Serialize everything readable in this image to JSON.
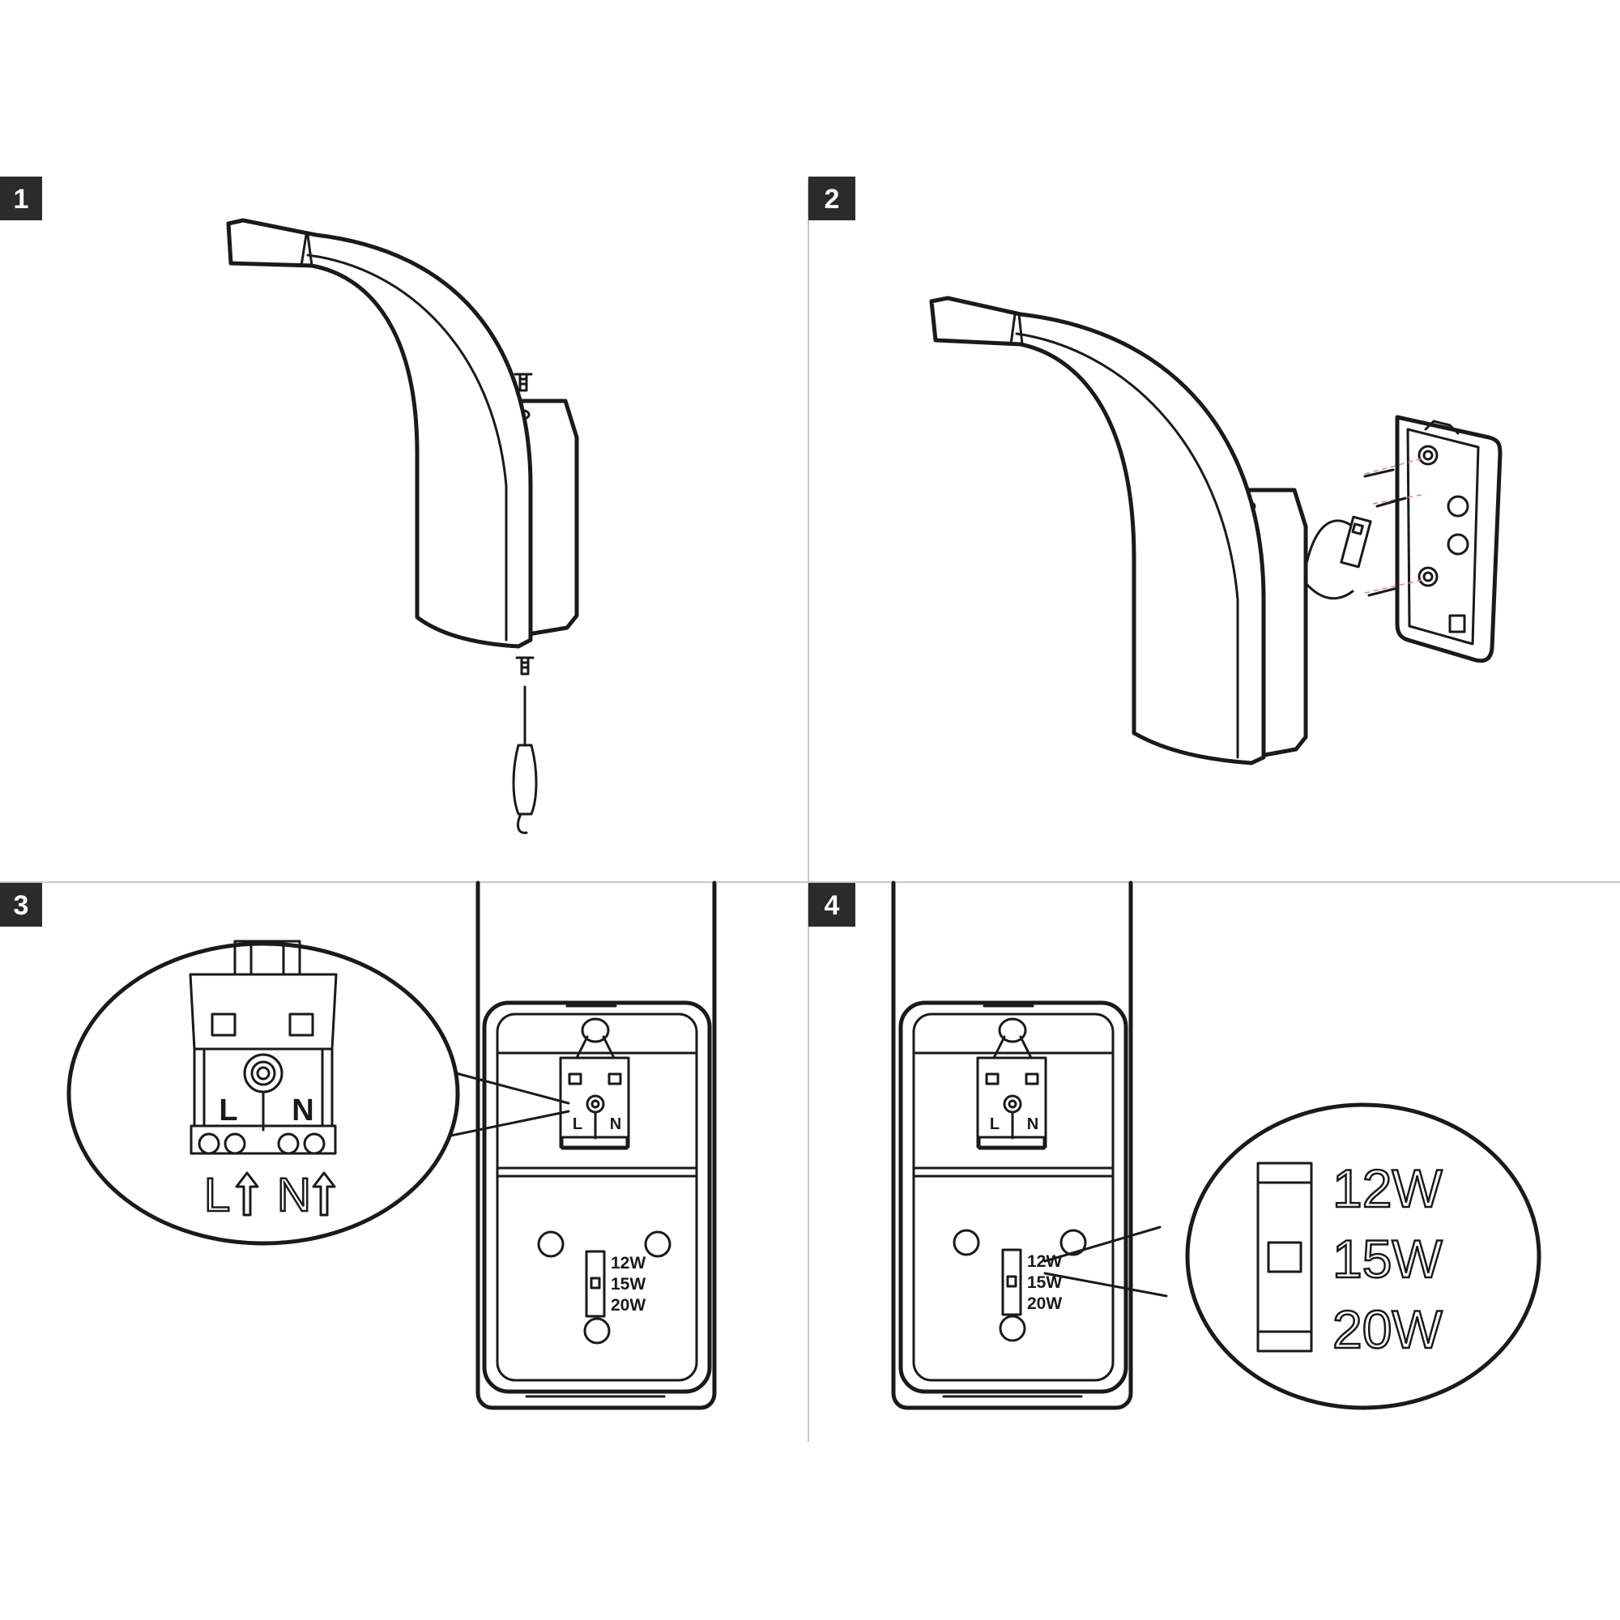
{
  "steps": [
    {
      "number": "1"
    },
    {
      "number": "2"
    },
    {
      "number": "3"
    },
    {
      "number": "4"
    }
  ],
  "terminal_labels": {
    "live": "L",
    "neutral": "N",
    "live_arrow": "L",
    "neutral_arrow": "N"
  },
  "power_settings": [
    "12W",
    "15W",
    "20W"
  ],
  "colors": {
    "line": "#1a1a1a",
    "badge": "#2b2b2b",
    "divider": "#c8c8c8"
  }
}
